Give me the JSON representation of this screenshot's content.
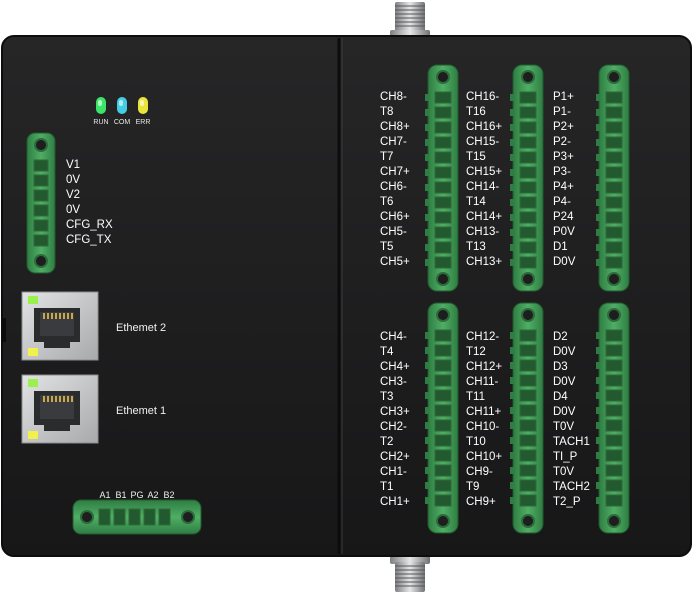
{
  "status_leds": [
    {
      "label": "RUN",
      "color": "#3cf06a"
    },
    {
      "label": "COM",
      "color": "#46d8f0"
    },
    {
      "label": "ERR",
      "color": "#f6f03c"
    }
  ],
  "power_terminal": {
    "labels": [
      "V1",
      "0V",
      "V2",
      "0V",
      "CFG_RX",
      "CFG_TX"
    ]
  },
  "ethernet_ports": [
    {
      "label": "Ethemet  2"
    },
    {
      "label": "Ethemet  1"
    }
  ],
  "bottom_terminal": {
    "labels": [
      "A1",
      "B1",
      "PG",
      "A2",
      "B2"
    ]
  },
  "terminal_columns_top": [
    {
      "labels": [
        "CH8-",
        "T8",
        "CH8+",
        "CH7-",
        "T7",
        "CH7+",
        "CH6-",
        "T6",
        "CH6+",
        "CH5-",
        "T5",
        "CH5+"
      ]
    },
    {
      "labels": [
        "CH16-",
        "T16",
        "CH16+",
        "CH15-",
        "T15",
        "CH15+",
        "CH14-",
        "T14",
        "CH14+",
        "CH13-",
        "T13",
        "CH13+"
      ]
    },
    {
      "labels": [
        "P1+",
        "P1-",
        "P2+",
        "P2-",
        "P3+",
        "P3-",
        "P4+",
        "P4-",
        "P24",
        "P0V",
        "D1",
        "D0V"
      ]
    }
  ],
  "terminal_columns_bottom": [
    {
      "labels": [
        "CH4-",
        "T4",
        "CH4+",
        "CH3-",
        "T3",
        "CH3+",
        "CH2-",
        "T2",
        "CH2+",
        "CH1-",
        "T1",
        "CH1+"
      ]
    },
    {
      "labels": [
        "CH12-",
        "T12",
        "CH12+",
        "CH11-",
        "T11",
        "CH11+",
        "CH10-",
        "T10",
        "CH10+",
        "CH9-",
        "T9",
        "CH9+"
      ]
    },
    {
      "labels": [
        "D2",
        "D0V",
        "D3",
        "D0V",
        "D4",
        "D0V",
        "T0V",
        "TACH1",
        "TI_P",
        "T0V",
        "TACH2",
        "T2_P"
      ]
    }
  ],
  "colors": {
    "housing": "#1d1d1e",
    "terminal_green": "#3f9b55",
    "rj45_silver": "#c9cbcd"
  }
}
